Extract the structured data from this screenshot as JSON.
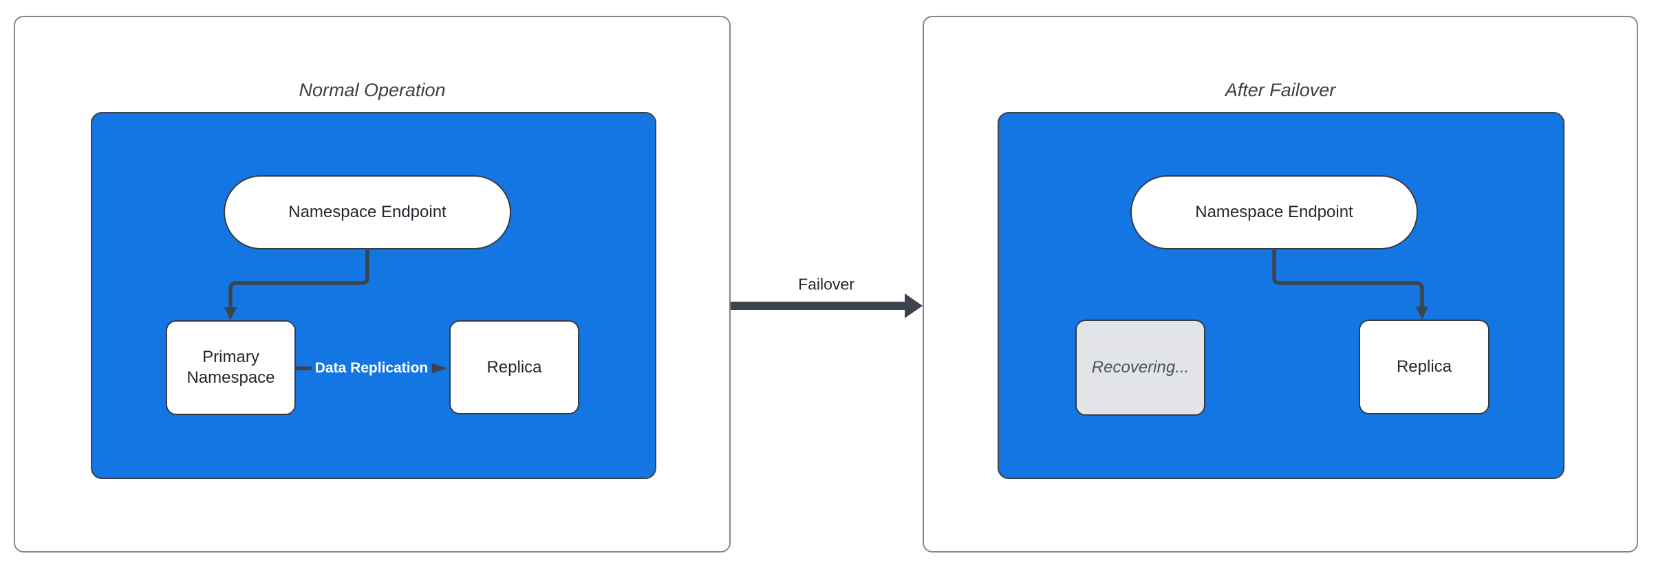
{
  "diagram": {
    "colors": {
      "container_blue": "#1476E3",
      "node_fill": "#FFFFFF",
      "recovering_fill": "#E2E4E8",
      "stroke_dark": "#3C434D",
      "node_border": "#353B44",
      "panel_border": "#82878D",
      "title_text": "#3A3F46",
      "node_text": "#23282F",
      "recovering_text": "#4C535B",
      "edge_label_text": "#FFFFFF"
    },
    "transition": {
      "label": "Failover"
    },
    "panels": [
      {
        "title": "Normal Operation",
        "endpoint_label": "Namespace Endpoint",
        "primary_label": "Primary Namespace",
        "replica_label": "Replica",
        "replication_label": "Data Replication"
      },
      {
        "title": "After Failover",
        "endpoint_label": "Namespace Endpoint",
        "recovering_label": "Recovering...",
        "replica_label": "Replica"
      }
    ]
  }
}
